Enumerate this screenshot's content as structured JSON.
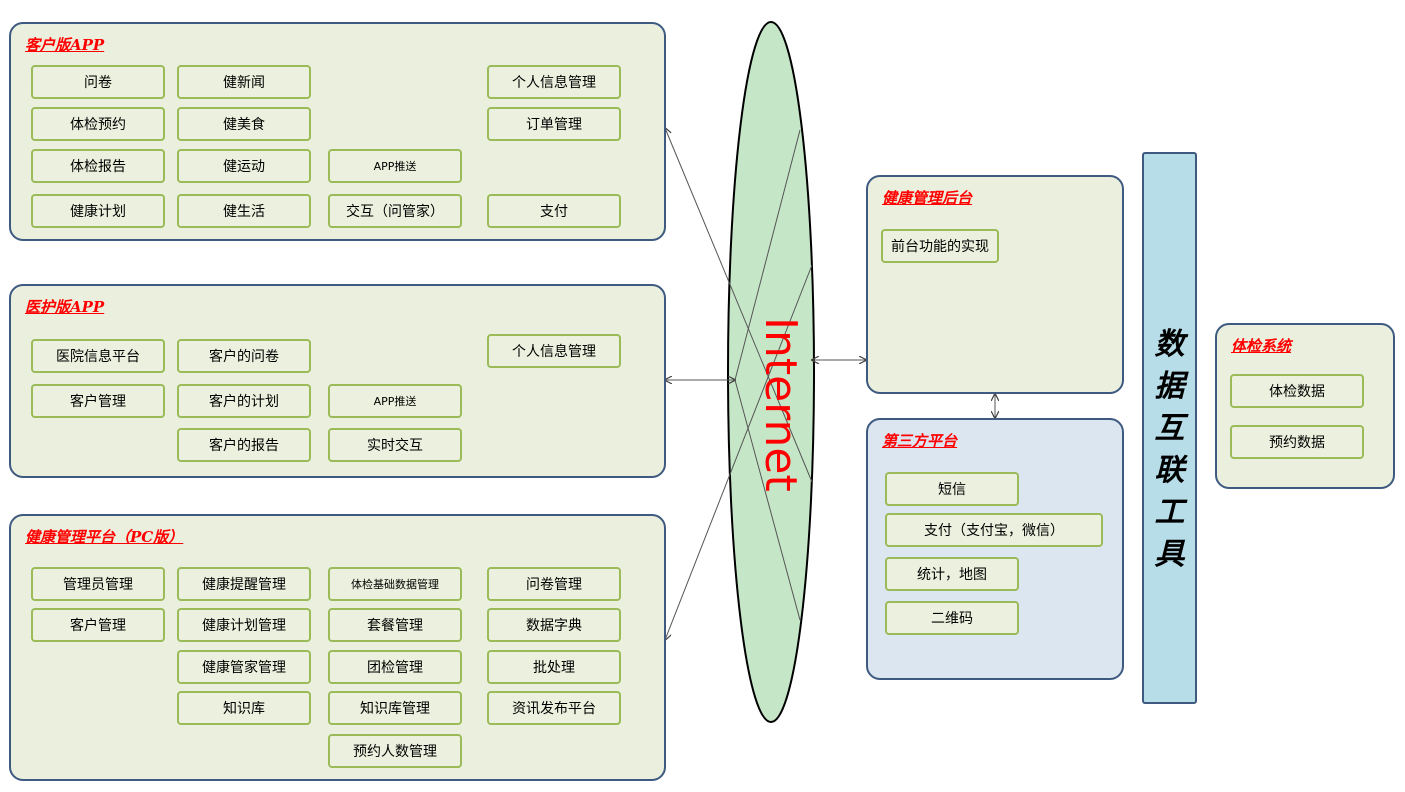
{
  "network_label": "Internet",
  "vertical_bar_chars": [
    "数",
    "据",
    "互",
    "联",
    "工",
    "具"
  ],
  "customer_app": {
    "title": "客户版APP",
    "items": [
      "问卷",
      "健新闻",
      "个人信息管理",
      "体检预约",
      "健美食",
      "订单管理",
      "体检报告",
      "健运动",
      "APP推送",
      "健康计划",
      "健生活",
      "交互（问管家）",
      "支付"
    ]
  },
  "medical_app": {
    "title": "医护版APP",
    "items": [
      "医院信息平台",
      "客户的问卷",
      "个人信息管理",
      "客户管理",
      "客户的计划",
      "APP推送",
      "客户的报告",
      "实时交互"
    ]
  },
  "pc_platform": {
    "title": "健康管理平台（PC版）",
    "items": [
      "管理员管理",
      "健康提醒管理",
      "体检基础数据管理",
      "问卷管理",
      "客户管理",
      "健康计划管理",
      "套餐管理",
      "数据字典",
      "健康管家管理",
      "团检管理",
      "批处理",
      "知识库",
      "知识库管理",
      "资讯发布平台",
      "预约人数管理"
    ]
  },
  "backend": {
    "title": "健康管理后台",
    "items": [
      "前台功能的实现"
    ]
  },
  "third_party": {
    "title": "第三方平台",
    "items": [
      "短信",
      "支付（支付宝，微信）",
      "统计，地图",
      "二维码"
    ]
  },
  "exam_system": {
    "title": "体检系统",
    "items": [
      "体检数据",
      "预约数据"
    ]
  },
  "colors": {
    "panel_border": "#3e5a80",
    "panel_fill_green": "#ebf0de",
    "panel_fill_blue": "#dce6f1",
    "box_border": "#9bbb59",
    "title_red": "#ff0000",
    "ellipse_fill": "#c6e6c8",
    "bar_fill": "#b7dde8"
  }
}
